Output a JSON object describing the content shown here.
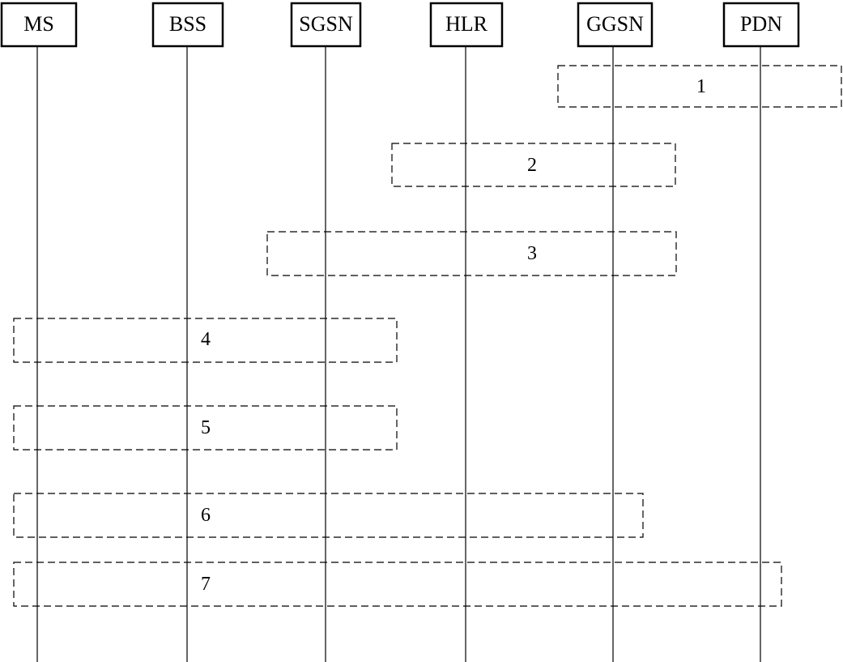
{
  "entities": [
    {
      "id": "ms",
      "label": "MS"
    },
    {
      "id": "bss",
      "label": "BSS"
    },
    {
      "id": "sgsn",
      "label": "SGSN"
    },
    {
      "id": "hlr",
      "label": "HLR"
    },
    {
      "id": "ggsn",
      "label": "GGSN"
    },
    {
      "id": "pdn",
      "label": "PDN"
    }
  ],
  "steps": [
    {
      "label": "1"
    },
    {
      "label": "2"
    },
    {
      "label": "3"
    },
    {
      "label": "4"
    },
    {
      "label": "5"
    },
    {
      "label": "6"
    },
    {
      "label": "7"
    }
  ]
}
